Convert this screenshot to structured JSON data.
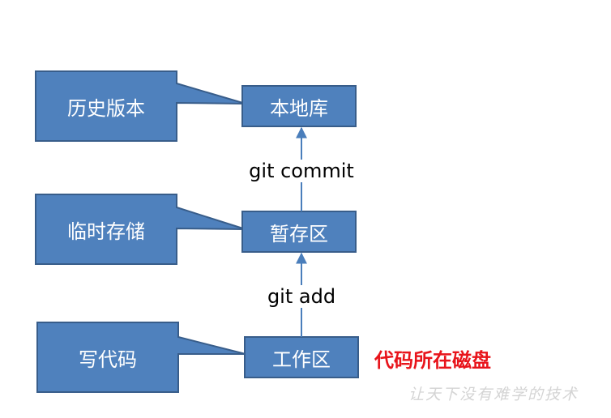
{
  "diagram": {
    "nodes": {
      "repo": "本地库",
      "staging": "暂存区",
      "workspace": "工作区"
    },
    "callouts": {
      "history": "历史版本",
      "temp": "临时存储",
      "write": "写代码"
    },
    "edges": {
      "commit": "git commit",
      "add": "git add"
    },
    "note": "代码所在磁盘",
    "colors": {
      "box_fill": "#4f81bd",
      "box_stroke": "#385d8a",
      "arrow": "#4a7ebb",
      "note": "#e8141b"
    }
  },
  "watermark": "让天下没有难学的技术"
}
